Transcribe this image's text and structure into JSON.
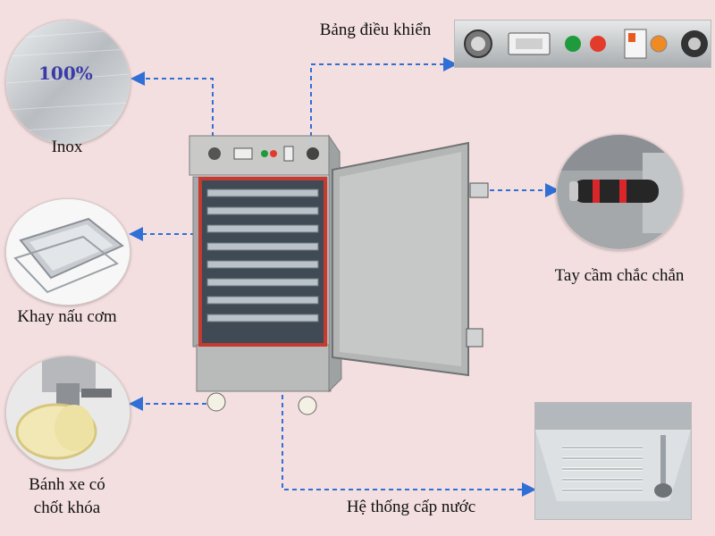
{
  "labels": {
    "inox": "Inox",
    "percent": "100%",
    "control_panel": "Bảng điều khiển",
    "tray": "Khay nấu cơm",
    "handle": "Tay cầm chắc chắn",
    "wheel_line1": "Bánh xe có",
    "wheel_line2": "chốt khóa",
    "water_system": "Hệ thống cấp nước"
  },
  "colors": {
    "background": "#f4dfe0",
    "arrow": "#2f6fd6",
    "steel": "#c7c8c6",
    "door_seal": "#c63a2f",
    "knob_red": "#e23b2c",
    "knob_green": "#1f9a3c"
  }
}
